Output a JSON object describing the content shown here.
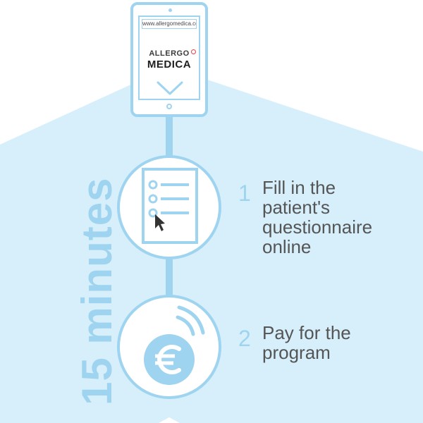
{
  "colors": {
    "accent": "#9ed4ef",
    "panel": "#d6effb",
    "text": "#555555",
    "logo_mark": "#e83f3f"
  },
  "tablet": {
    "url": "www.allergomedica.com",
    "logo_top": "ALLERGO",
    "logo_bottom": "MEDICA"
  },
  "duration_label": "15 minutes",
  "steps": [
    {
      "number": "1",
      "text": "Fill in the patient's questionnaire online",
      "icon": "questionnaire-icon"
    },
    {
      "number": "2",
      "text": "Pay for the program",
      "icon": "euro-payment-icon"
    }
  ]
}
